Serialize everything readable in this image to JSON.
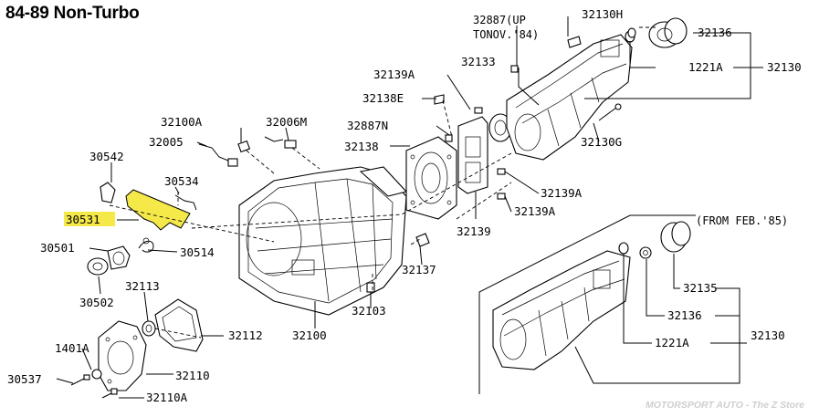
{
  "title": "84-89 Non-Turbo",
  "watermark": "MOTORSPORT AUTO - The Z Store",
  "highlight_color": "#f5e94a",
  "notes": {
    "up_to": "32887(UP",
    "up_to_date": "TONOV.'84)",
    "from": "(FROM FEB.'85)"
  },
  "labels": {
    "l32887_up": "32887",
    "l32130h": "32130H",
    "l32136_top": "32136",
    "l32133": "32133",
    "l1221a_top": "1221A",
    "l32130_top": "32130",
    "l32139a_1": "32139A",
    "l32138e": "32138E",
    "l32887n": "32887N",
    "l32138": "32138",
    "l32130g": "32130G",
    "l32139a_2": "32139A",
    "l32139a_3": "32139A",
    "l32139": "32139",
    "l32100a": "32100A",
    "l32006m": "32006M",
    "l32005": "32005",
    "l30542": "30542",
    "l30534": "30534",
    "l30531": "30531",
    "l30501": "30501",
    "l30514": "30514",
    "l30502": "30502",
    "l32113": "32113",
    "l32137": "32137",
    "l32103": "32103",
    "l32112": "32112",
    "l32100": "32100",
    "l1401a": "1401A",
    "l30537": "30537",
    "l32110": "32110",
    "l32110a": "32110A",
    "l32135": "32135",
    "l32136_bot": "32136",
    "l1221a_bot": "1221A",
    "l32130_bot": "32130"
  }
}
